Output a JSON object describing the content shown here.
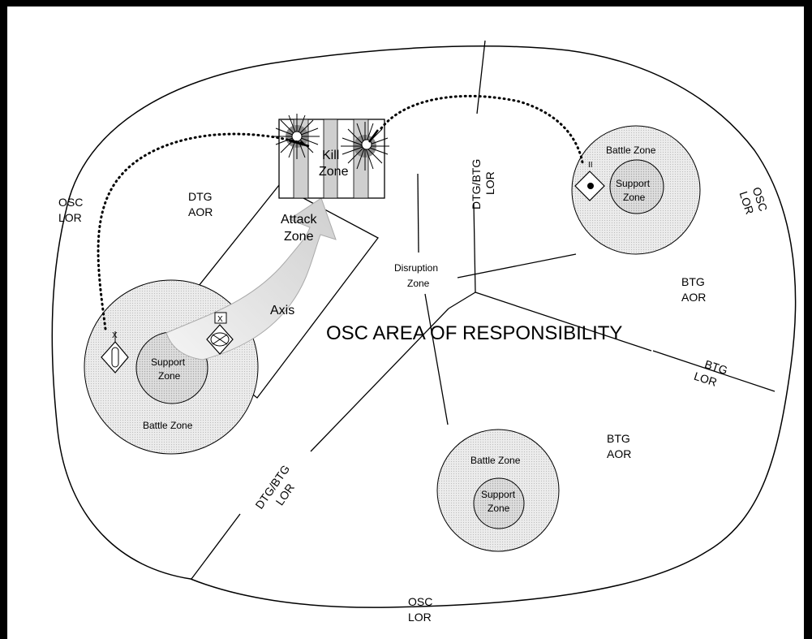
{
  "title": "OSC AREA OF RESPONSIBILITY",
  "osc_lor": {
    "line1": "OSC",
    "line2": "LOR"
  },
  "dtg_aor": {
    "line1": "DTG",
    "line2": "AOR"
  },
  "btg_aor": {
    "line1": "BTG",
    "line2": "AOR"
  },
  "btg_lor": {
    "line1": "BTG",
    "line2": "LOR"
  },
  "dtg_btg_lor": {
    "line1": "DTG/BTG",
    "line2": "LOR"
  },
  "kill_zone": {
    "line1": "Kill",
    "line2": "Zone"
  },
  "attack_zone": {
    "line1": "Attack",
    "line2": "Zone"
  },
  "axis": "Axis",
  "disruption_zone": {
    "line1": "Disruption",
    "line2": "Zone"
  },
  "battle_zone": "Battle Zone",
  "support_zone": {
    "line1": "Support",
    "line2": "Zone"
  },
  "echelon_brigade": "X",
  "echelon_battalion": "II",
  "colors": {
    "zone_fill": "#e6e6e6",
    "support_fill": "#d9d9d9",
    "line": "#000000",
    "axis_fill": "#e8e8e8"
  },
  "icons": [
    "unit-symbol-brigade",
    "unit-symbol-battalion",
    "unit-symbol-main",
    "explosion-icon",
    "axis-arrow"
  ]
}
